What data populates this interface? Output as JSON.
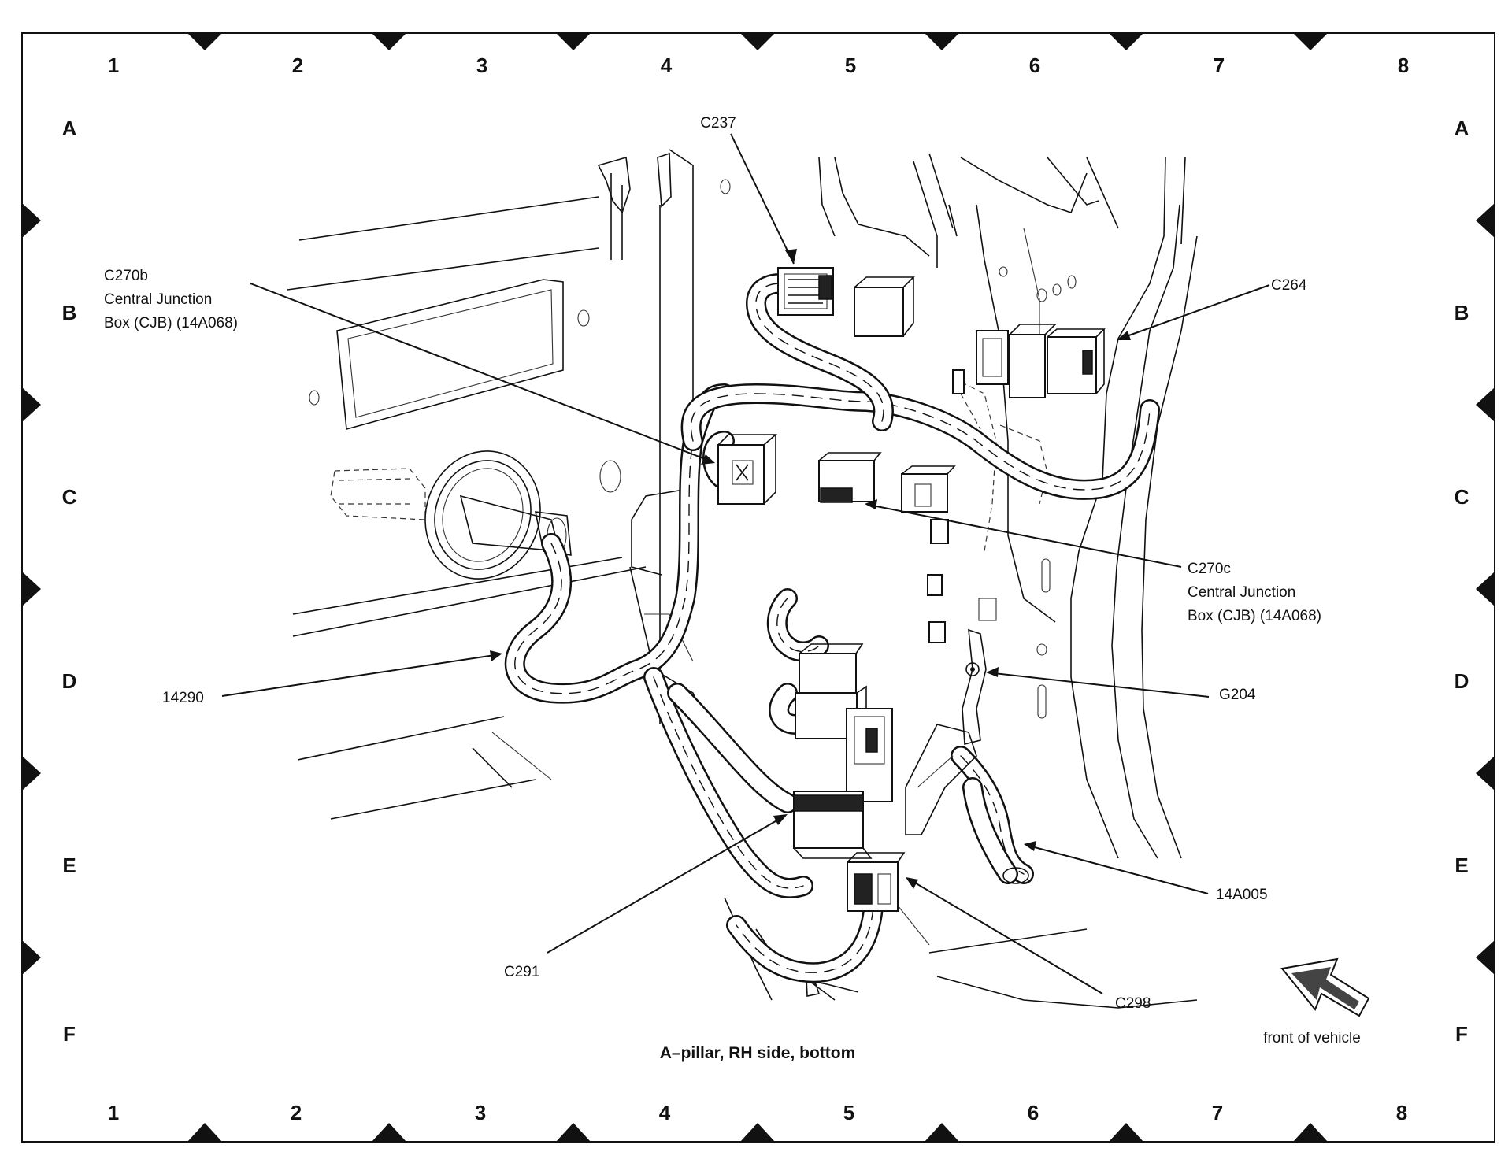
{
  "grid": {
    "columns": [
      "1",
      "2",
      "3",
      "4",
      "5",
      "6",
      "7",
      "8"
    ],
    "rows": [
      "A",
      "B",
      "C",
      "D",
      "E",
      "F"
    ]
  },
  "callouts": {
    "c237": "C237",
    "c270b": {
      "line1": "C270b",
      "line2": "Central Junction",
      "line3": "Box (CJB) (14A068)"
    },
    "c264": "C264",
    "c270c": {
      "line1": "C270c",
      "line2": "Central Junction",
      "line3": "Box (CJB) (14A068)"
    },
    "g204": "G204",
    "h14290": "14290",
    "h14a005": "14A005",
    "c291": "C291",
    "c298": "C298"
  },
  "front_of_vehicle": "front of vehicle",
  "caption": "A–pillar, RH side, bottom"
}
